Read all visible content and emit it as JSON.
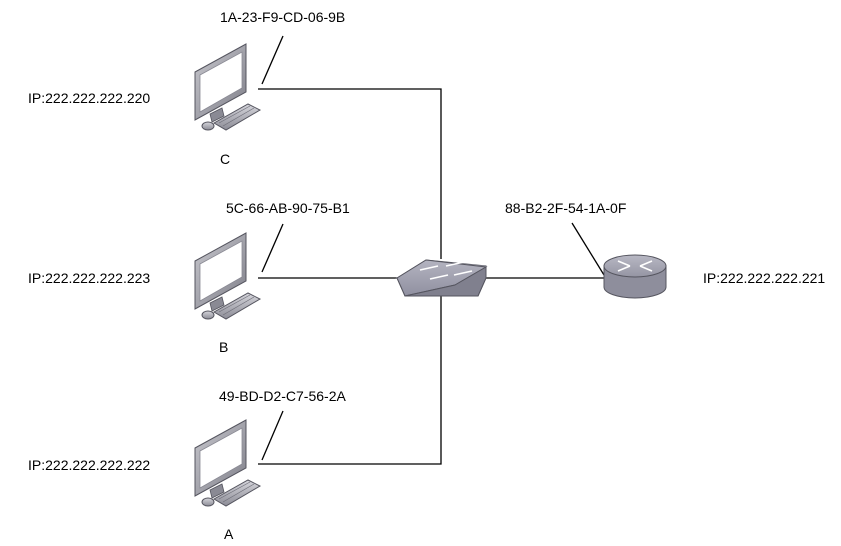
{
  "hosts": [
    {
      "id": "C",
      "name": "C",
      "ip": "IP:222.222.222.220",
      "mac": "1A-23-F9-CD-06-9B"
    },
    {
      "id": "B",
      "name": "B",
      "ip": "IP:222.222.222.223",
      "mac": "5C-66-AB-90-75-B1"
    },
    {
      "id": "A",
      "name": "A",
      "ip": "IP:222.222.222.222",
      "mac": "49-BD-D2-C7-56-2A"
    }
  ],
  "router": {
    "ip": "IP:222.222.222.221",
    "mac": "88-B2-2F-54-1A-0F"
  },
  "colors": {
    "line": "#000000",
    "device_gray": "#9a9aa6",
    "screen": "#ffffff"
  }
}
